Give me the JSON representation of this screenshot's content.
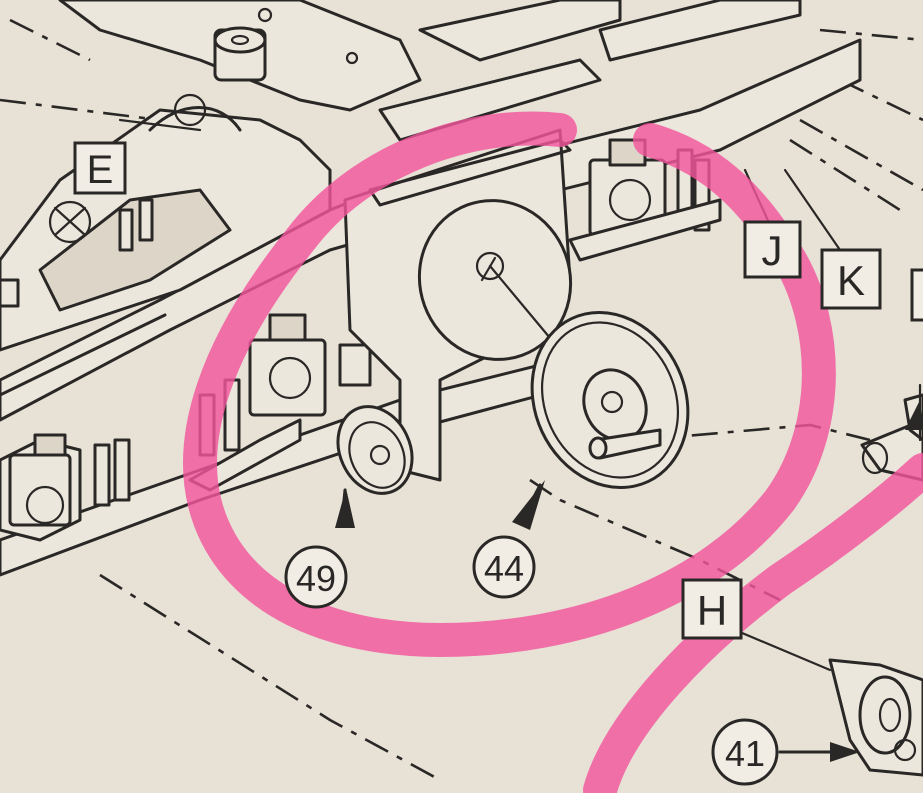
{
  "diagram": {
    "letter_labels": {
      "e": "E",
      "j": "J",
      "k": "K",
      "h": "H"
    },
    "part_callouts": {
      "p49": "49",
      "p44": "44",
      "p41": "41"
    },
    "colors": {
      "paper": "#e8e2d6",
      "ink": "#2a2826",
      "highlight_marker": "#f2559c"
    }
  }
}
